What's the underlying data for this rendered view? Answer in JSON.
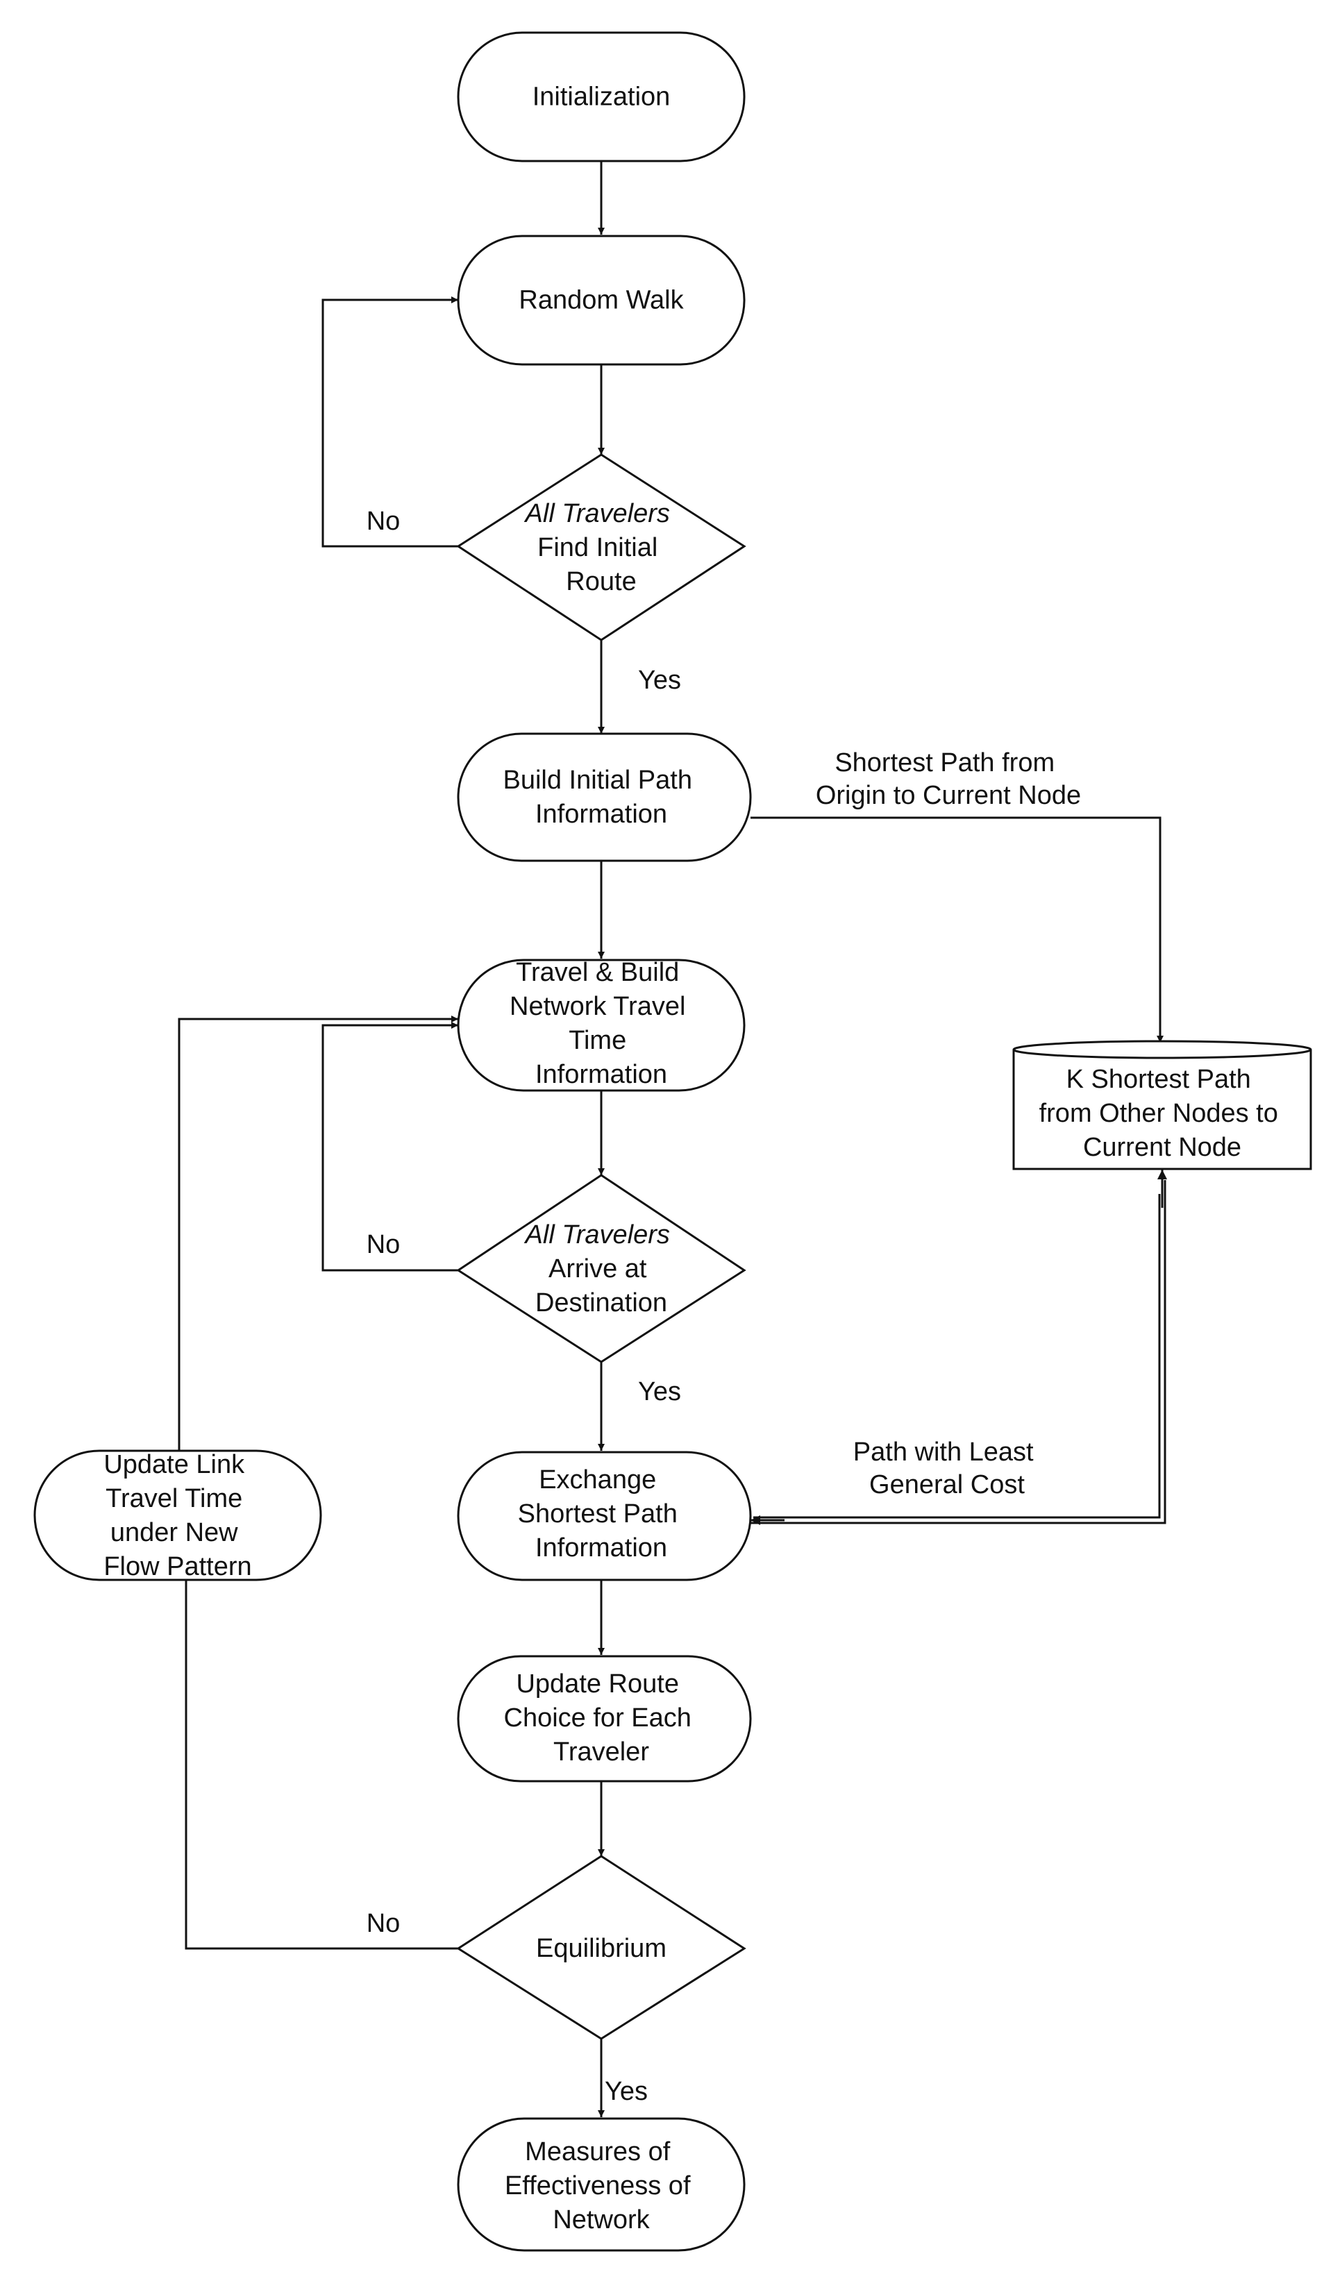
{
  "nodes": {
    "initialization": {
      "lines": [
        "Initialization"
      ]
    },
    "random_walk": {
      "lines": [
        "Random Walk"
      ]
    },
    "find_initial_route": {
      "lines": [
        "All Travelers",
        "Find Initial",
        "Route"
      ]
    },
    "build_initial_path": {
      "lines": [
        "Build Initial Path",
        "Information"
      ]
    },
    "travel_build": {
      "lines": [
        "Travel & Build",
        "Network Travel",
        "Time",
        "Information"
      ]
    },
    "arrive_destination": {
      "lines": [
        "All Travelers",
        "Arrive at",
        "Destination"
      ]
    },
    "exchange_shortest": {
      "lines": [
        "Exchange",
        "Shortest Path",
        "Information"
      ]
    },
    "update_route": {
      "lines": [
        "Update Route",
        "Choice for Each",
        "Traveler"
      ]
    },
    "equilibrium": {
      "lines": [
        "Equilibrium"
      ]
    },
    "measures": {
      "lines": [
        "Measures of",
        "Effectiveness of",
        "Network"
      ]
    },
    "k_shortest": {
      "lines": [
        "K Shortest Path",
        "from Other Nodes to",
        "Current Node"
      ]
    },
    "update_link": {
      "lines": [
        "Update Link",
        "Travel Time",
        "under New",
        "Flow Pattern"
      ]
    }
  },
  "edge_labels": {
    "no_1": "No",
    "yes_1": "Yes",
    "no_2": "No",
    "yes_2": "Yes",
    "no_3": "No",
    "yes_3": "Yes",
    "shortest_from_origin": [
      "Shortest Path from",
      "Origin to Current Node"
    ],
    "least_general_cost": [
      "Path with Least",
      "General Cost"
    ]
  }
}
